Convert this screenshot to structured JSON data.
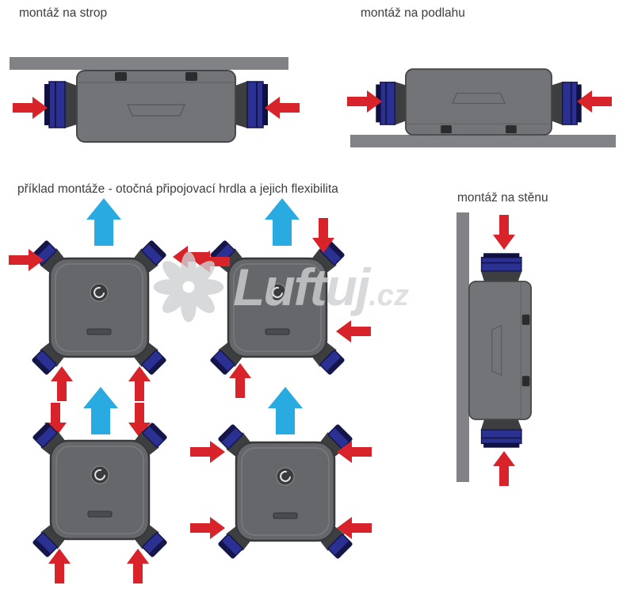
{
  "sections": {
    "ceiling": {
      "label": "montáž na strop"
    },
    "floor": {
      "label": "montáž na podlahu"
    },
    "example": {
      "label": "příklad montáže - otočná připojovací hrdla a jejich flexibilita"
    },
    "wall": {
      "label": "montáž na stěnu"
    }
  },
  "watermark": {
    "brand": "Luftuj",
    "tld": ".cz"
  },
  "colors": {
    "arrow_red": "#d8232a",
    "arrow_blue": "#29abe2",
    "unit_body_gray": "#6d6e71",
    "unit_dark_gray": "#3d3e40",
    "connector_navy": "#2b3192",
    "surface_gray": "#808285",
    "watermark_gray": "#cfd0d2",
    "label_text": "#3c3c3c"
  }
}
